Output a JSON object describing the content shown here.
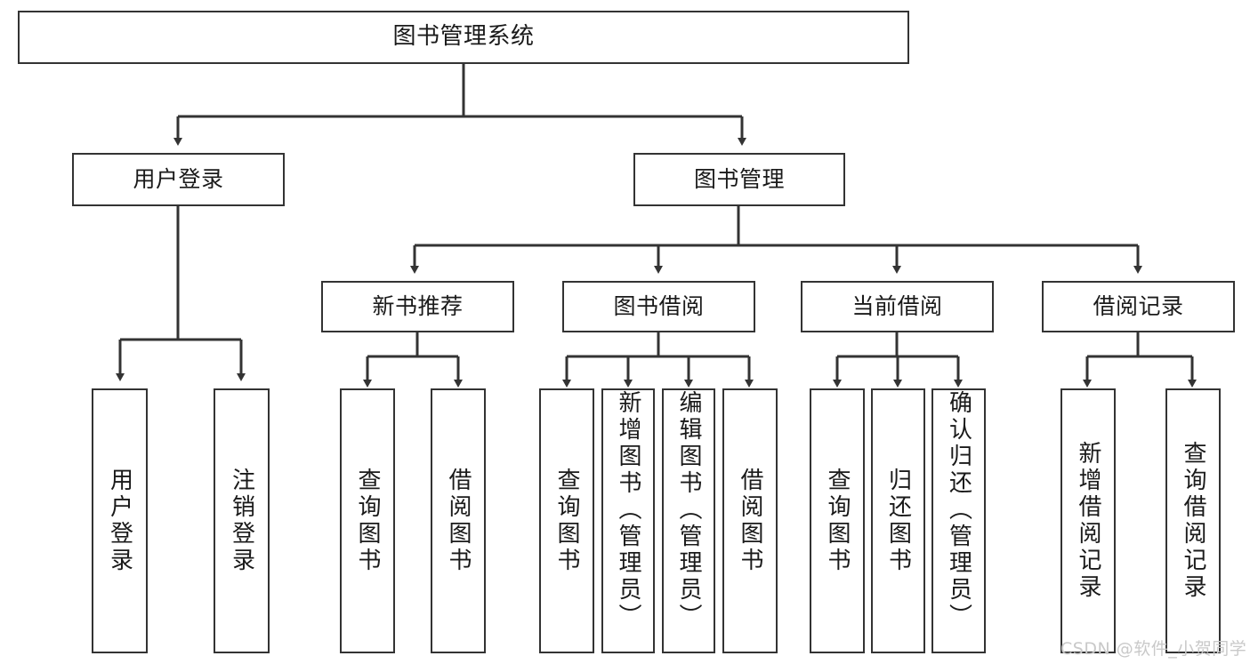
{
  "diagram": {
    "kind": "tree-hierarchy",
    "title": "图书管理系统",
    "colors": {
      "stroke": "#333333",
      "fill": "#ffffff",
      "text": "#1a1a1a",
      "watermark": "#c9c9c9"
    },
    "levels": {
      "root": {
        "label": "图书管理系统"
      },
      "level1": [
        {
          "id": "user-login",
          "label": "用户登录"
        },
        {
          "id": "book-manage",
          "label": "图书管理"
        }
      ],
      "level2": [
        {
          "id": "new-book-rec",
          "label": "新书推荐",
          "parent": "book-manage"
        },
        {
          "id": "book-borrow",
          "label": "图书借阅",
          "parent": "book-manage"
        },
        {
          "id": "current-borrow",
          "label": "当前借阅",
          "parent": "book-manage"
        },
        {
          "id": "borrow-record",
          "label": "借阅记录",
          "parent": "book-manage"
        }
      ],
      "leaves": [
        {
          "id": "leaf-user-login",
          "label": "用户登录",
          "parent": "user-login"
        },
        {
          "id": "leaf-logout",
          "label": "注销登录",
          "parent": "user-login"
        },
        {
          "id": "leaf-query-book-1",
          "label": "查询图书",
          "parent": "new-book-rec"
        },
        {
          "id": "leaf-borrow-book-1",
          "label": "借阅图书",
          "parent": "new-book-rec"
        },
        {
          "id": "leaf-query-book-2",
          "label": "查询图书",
          "parent": "book-borrow"
        },
        {
          "id": "leaf-add-book",
          "label": "新增图书（管理员）",
          "parent": "book-borrow"
        },
        {
          "id": "leaf-edit-book",
          "label": "编辑图书（管理员）",
          "parent": "book-borrow"
        },
        {
          "id": "leaf-borrow-book-2",
          "label": "借阅图书",
          "parent": "book-borrow"
        },
        {
          "id": "leaf-query-book-3",
          "label": "查询图书",
          "parent": "current-borrow"
        },
        {
          "id": "leaf-return-book",
          "label": "归还图书",
          "parent": "current-borrow"
        },
        {
          "id": "leaf-confirm-return",
          "label": "确认归还（管理员）",
          "parent": "current-borrow"
        },
        {
          "id": "leaf-add-record",
          "label": "新增借阅记录",
          "parent": "borrow-record"
        },
        {
          "id": "leaf-query-record",
          "label": "查询借阅记录",
          "parent": "borrow-record"
        }
      ]
    },
    "watermark": "CSDN @软件_小贺同学"
  }
}
